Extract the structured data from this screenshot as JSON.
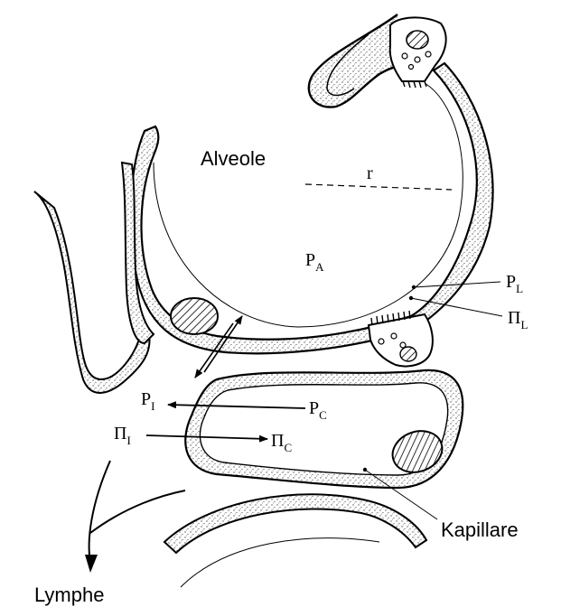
{
  "labels": {
    "alveole": "Alveole",
    "radius": "r",
    "pa": {
      "main": "P",
      "sub": "A"
    },
    "pl": {
      "main": "P",
      "sub": "L"
    },
    "pil": {
      "main": "Π",
      "sub": "L"
    },
    "pi": {
      "main": "P",
      "sub": "I"
    },
    "pc": {
      "main": "P",
      "sub": "C"
    },
    "pii": {
      "main": "Π",
      "sub": "I"
    },
    "pic": {
      "main": "Π",
      "sub": "C"
    },
    "kapillare": "Kapillare",
    "lymphe": "Lymphe"
  },
  "colors": {
    "ink": "#000000",
    "stipple": "#555555",
    "background": "#ffffff"
  }
}
